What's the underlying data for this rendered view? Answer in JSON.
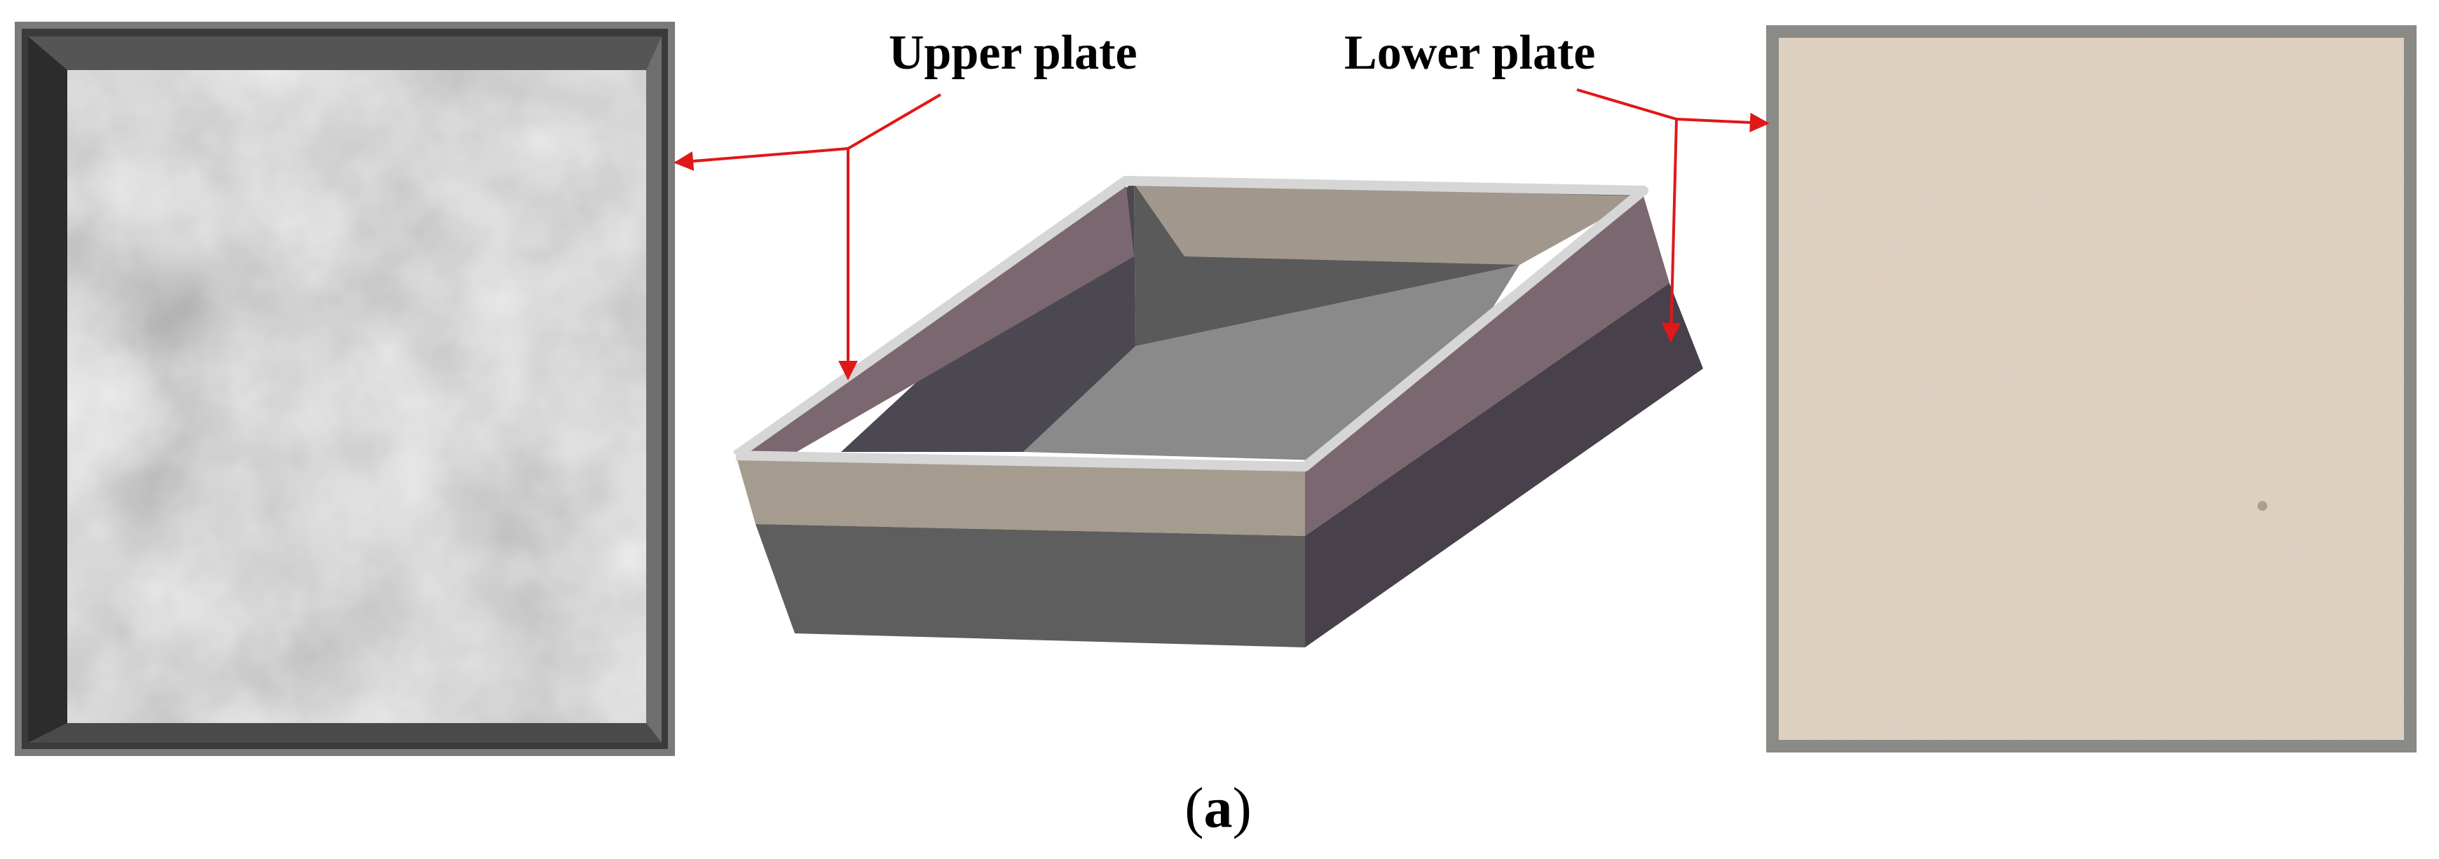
{
  "callouts": {
    "upper_plate_label": "Upper plate",
    "lower_plate_label": "Lower plate"
  },
  "caption": {
    "open_paren": "(",
    "letter": "a",
    "close_paren": ")"
  },
  "colors": {
    "arrow": "#e01818",
    "concrete_light": "#b4b4b4",
    "concrete_frame": "#3a3a3a",
    "sand_fill": "#dccdbc",
    "sand_frame": "#8a8a86",
    "box_upper_band_front": "#a59b8f",
    "box_upper_band_side": "#7b6770",
    "box_lower_band_front": "#5e5e5e",
    "box_lower_band_side": "#48404a",
    "box_rim": "#d6d6d6",
    "box_inner_wall": "#5a5a5a",
    "box_inner_floor": "#8a8a8a"
  },
  "icons": {
    "upper_plate_photo": "concrete-plate-photo",
    "lower_plate_photo": "sand-plate-photo",
    "shear_box": "shear-box-3d-illustration",
    "arrow": "red-arrow-icon"
  }
}
